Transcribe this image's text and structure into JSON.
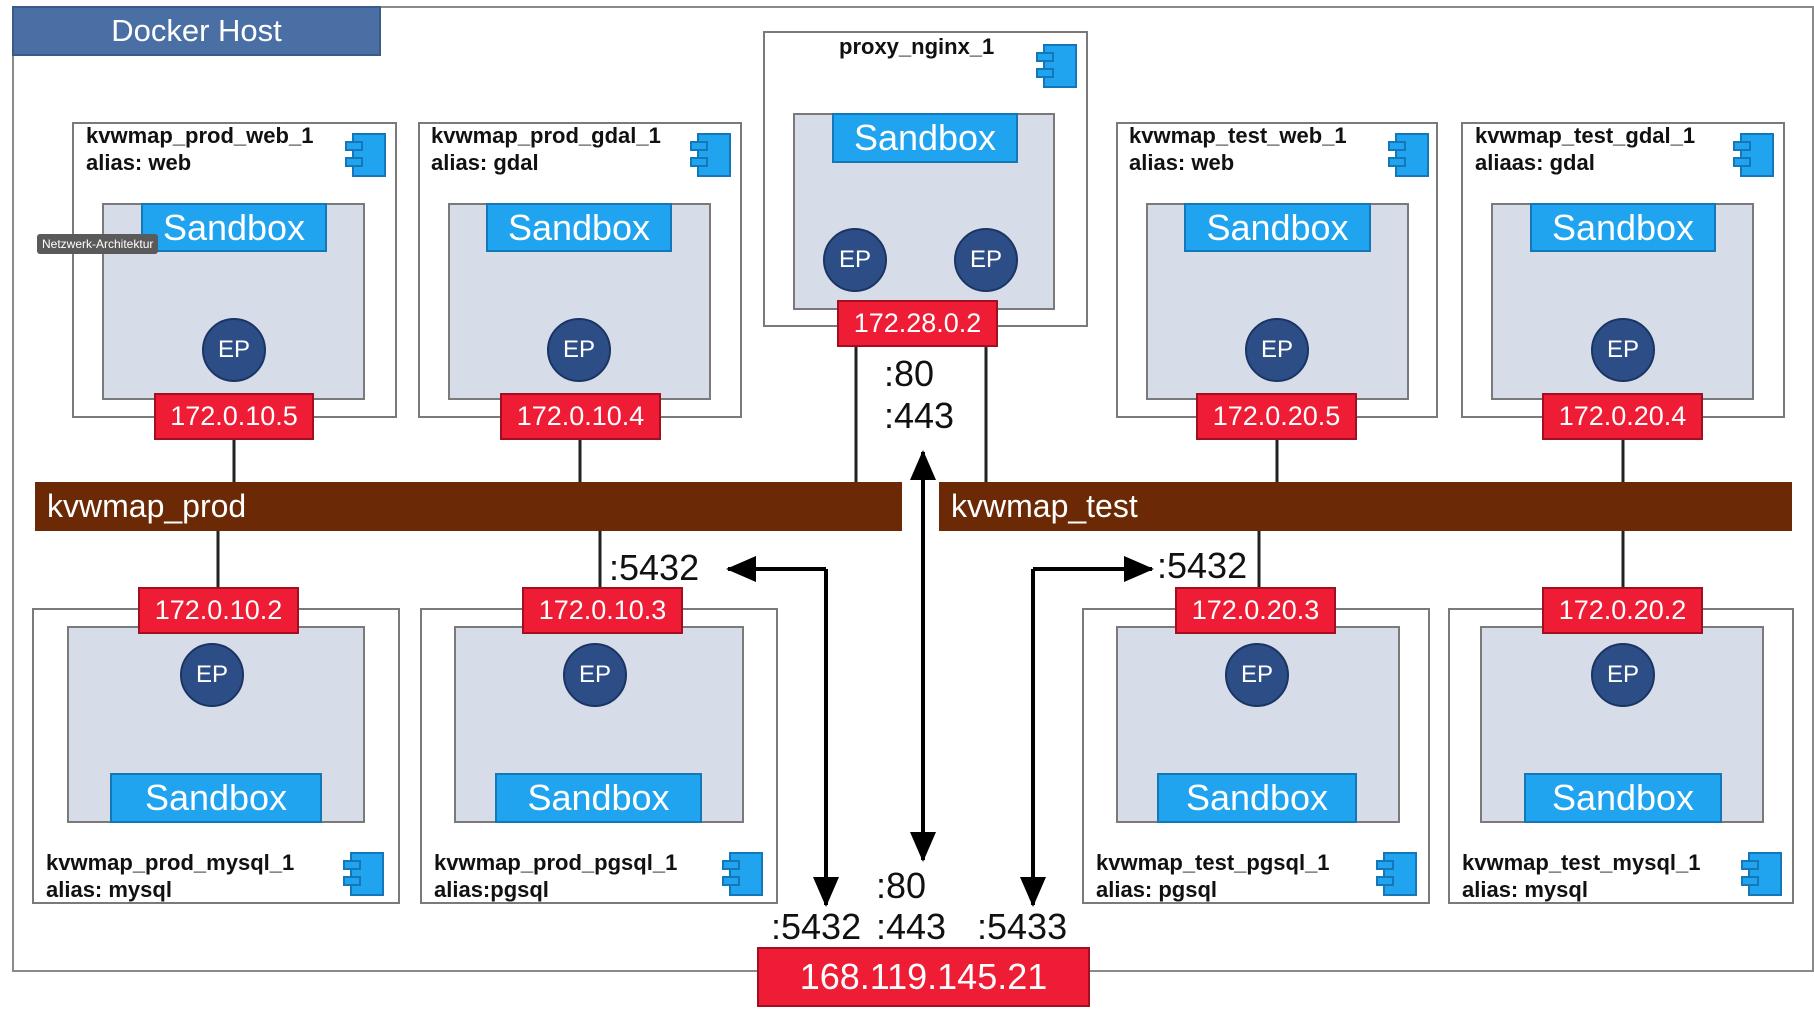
{
  "host": {
    "title": "Docker Host"
  },
  "tooltip": "Netzwerk-Architektur",
  "networks": {
    "prod": "kvwmap_prod",
    "test": "kvwmap_test"
  },
  "ep_label": "EP",
  "sandbox_label": "Sandbox",
  "containers": {
    "prod_web": {
      "name": "kvwmap_prod_web_1",
      "alias": "alias: web",
      "ip": "172.0.10.5"
    },
    "prod_gdal": {
      "name": "kvwmap_prod_gdal_1",
      "alias": "alias: gdal",
      "ip": "172.0.10.4"
    },
    "proxy": {
      "name": "proxy_nginx_1",
      "ip": "172.28.0.2"
    },
    "test_web": {
      "name": "kvwmap_test_web_1",
      "alias": "alias: web",
      "ip": "172.0.20.5"
    },
    "test_gdal": {
      "name": "kvwmap_test_gdal_1",
      "alias": "aliaas: gdal",
      "ip": "172.0.20.4"
    },
    "prod_mysql": {
      "name": "kvwmap_prod_mysql_1",
      "alias": "alias: mysql",
      "ip": "172.0.10.2"
    },
    "prod_pgsql": {
      "name": "kvwmap_prod_pgsql_1",
      "alias": "alias:pgsql",
      "ip": "172.0.10.3"
    },
    "test_pgsql": {
      "name": "kvwmap_test_pgsql_1",
      "alias": "alias: pgsql",
      "ip": "172.0.20.3"
    },
    "test_mysql": {
      "name": "kvwmap_test_mysql_1",
      "alias": "alias: mysql",
      "ip": "172.0.20.2"
    }
  },
  "ports": {
    "proxy_80": ":80",
    "proxy_443": ":443",
    "prod_5432": ":5432",
    "test_5432": ":5432",
    "ext_80": ":80",
    "ext_5432": ":5432",
    "ext_443": ":443",
    "ext_5433": ":5433"
  },
  "public_ip": "168.119.145.21",
  "colors": {
    "sandbox": "#20a4f0",
    "ep": "#2c4d86",
    "ip": "#ee1c35",
    "network": "#6b2a05",
    "host_label": "#4a6fa5"
  }
}
